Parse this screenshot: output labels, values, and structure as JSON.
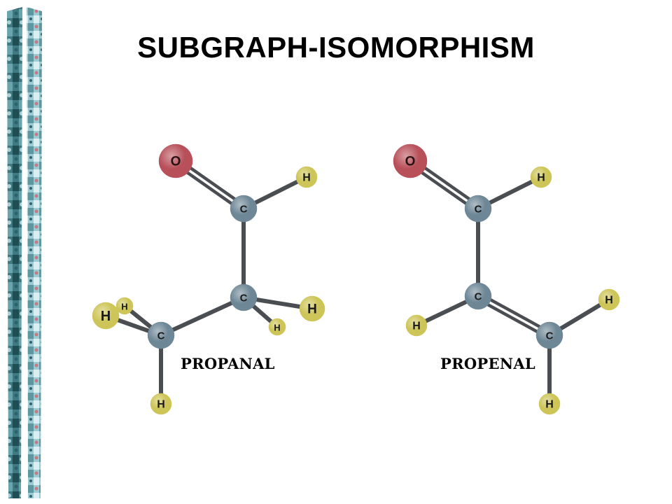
{
  "slide": {
    "title": "SUBGRAPH-ISOMORPHISM"
  },
  "colors": {
    "oxygen": "#b8505a",
    "carbon": "#6e8796",
    "hydrogen": "#cdc558",
    "bond": "#4a4e52",
    "banner_dark": "#234b50",
    "banner_light": "#8ab9c2"
  },
  "molecules": [
    {
      "name": "PROPANAL",
      "atoms": [
        {
          "id": "o1",
          "element": "O"
        },
        {
          "id": "c1",
          "element": "C"
        },
        {
          "id": "h1",
          "element": "H"
        },
        {
          "id": "c2",
          "element": "C"
        },
        {
          "id": "h2",
          "element": "H"
        },
        {
          "id": "h3",
          "element": "H"
        },
        {
          "id": "c3",
          "element": "C"
        },
        {
          "id": "h4",
          "element": "H"
        },
        {
          "id": "h5",
          "element": "H"
        },
        {
          "id": "h6",
          "element": "H"
        }
      ],
      "bonds": [
        {
          "from": "o1",
          "to": "c1",
          "order": 2
        },
        {
          "from": "c1",
          "to": "h1",
          "order": 1
        },
        {
          "from": "c1",
          "to": "c2",
          "order": 1
        },
        {
          "from": "c2",
          "to": "h2",
          "order": 1
        },
        {
          "from": "c2",
          "to": "h3",
          "order": 1
        },
        {
          "from": "c2",
          "to": "c3",
          "order": 1
        },
        {
          "from": "c3",
          "to": "h4",
          "order": 1
        },
        {
          "from": "c3",
          "to": "h5",
          "order": 1
        },
        {
          "from": "c3",
          "to": "h6",
          "order": 1
        }
      ]
    },
    {
      "name": "PROPENAL",
      "atoms": [
        {
          "id": "o1",
          "element": "O"
        },
        {
          "id": "c1",
          "element": "C"
        },
        {
          "id": "h1",
          "element": "H"
        },
        {
          "id": "c2",
          "element": "C"
        },
        {
          "id": "h2",
          "element": "H"
        },
        {
          "id": "c3",
          "element": "C"
        },
        {
          "id": "h3",
          "element": "H"
        },
        {
          "id": "h4",
          "element": "H"
        }
      ],
      "bonds": [
        {
          "from": "o1",
          "to": "c1",
          "order": 2
        },
        {
          "from": "c1",
          "to": "h1",
          "order": 1
        },
        {
          "from": "c1",
          "to": "c2",
          "order": 1
        },
        {
          "from": "c2",
          "to": "h2",
          "order": 1
        },
        {
          "from": "c2",
          "to": "c3",
          "order": 2
        },
        {
          "from": "c3",
          "to": "h3",
          "order": 1
        },
        {
          "from": "c3",
          "to": "h4",
          "order": 1
        }
      ]
    }
  ]
}
